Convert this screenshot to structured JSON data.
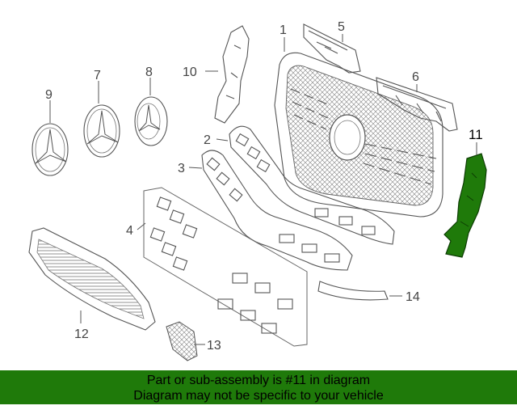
{
  "callouts": [
    {
      "id": "1",
      "label": "1"
    },
    {
      "id": "2",
      "label": "2"
    },
    {
      "id": "3",
      "label": "3"
    },
    {
      "id": "4",
      "label": "4"
    },
    {
      "id": "5",
      "label": "5"
    },
    {
      "id": "6",
      "label": "6"
    },
    {
      "id": "7",
      "label": "7"
    },
    {
      "id": "8",
      "label": "8"
    },
    {
      "id": "9",
      "label": "9"
    },
    {
      "id": "10",
      "label": "10"
    },
    {
      "id": "11",
      "label": "11"
    },
    {
      "id": "12",
      "label": "12"
    },
    {
      "id": "13",
      "label": "13"
    },
    {
      "id": "14",
      "label": "14"
    }
  ],
  "highlight": {
    "part": "11",
    "color": "#1f7a0a"
  },
  "banner": {
    "line1": "Part or sub-assembly is #11 in diagram",
    "line2": "Diagram may not be specific to your vehicle",
    "color": "#1f7a0a"
  }
}
